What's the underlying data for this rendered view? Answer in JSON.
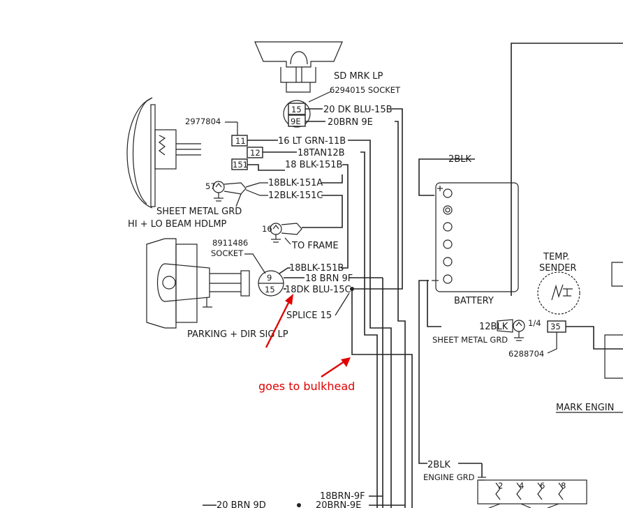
{
  "labels": {
    "sd_mrk_lp": "SD MRK LP",
    "socket_6294015": "6294015 SOCKET",
    "wire_20dkblu15b": "20 DK BLU-15B",
    "wire_20brn9e": "20BRN 9E",
    "part_2977804": "2977804",
    "term_11": "11",
    "term_12": "12",
    "term_151": "151",
    "term_15": "15",
    "term_9e": "9E",
    "term_9": "9",
    "term_15b": "15",
    "wire_16ltgrn11b": "16 LT GRN-11B",
    "wire_18tan12b": "18TAN12B",
    "wire_18blk151b": "18 BLK-151B",
    "wire_18blk151a": "18BLK-151A",
    "wire_12blk151c": "12BLK-151C",
    "sheet_metal_grd": "SHEET METAL GRD",
    "hi_lo_beam": "HI + LO BEAM HDLMP",
    "to_frame": "TO FRAME",
    "part_8911486": "8911486",
    "socket": "SOCKET",
    "wire_18blk151b_2": "18BLK-151B",
    "wire_18brn9f": "18 BRN 9F",
    "wire_18dkblu15c": "18DK BLU-15C",
    "splice_15": "SPLICE 15",
    "parking_dir": "PARKING + DIR SIG LP",
    "wire_2blk_top": "2BLK",
    "battery": "BATTERY",
    "temp_sender_1": "TEMP.",
    "temp_sender_2": "SENDER",
    "wire_12blk": "12BLK",
    "quarter": "1/4",
    "sheet_metal_grd_2": "SHEET METAL GRD",
    "term_35": "35",
    "part_6288704": "6288704",
    "mark_engine": "MARK ENGIN",
    "wire_2blk_bottom": "2BLK",
    "engine_grd": "ENGINE GRD",
    "wire_18brn9f_bottom": "18BRN-9F",
    "wire_20brn9d": "20 BRN 9D",
    "wire_20brn9e_bottom": "20BRN-9E",
    "term_2": "2",
    "term_4": "4",
    "term_6": "6",
    "term_8": "8",
    "lamp_num_1": "57",
    "lamp_num_2": "16"
  },
  "annotation": {
    "text": "goes to bulkhead",
    "color": "#e00000"
  }
}
